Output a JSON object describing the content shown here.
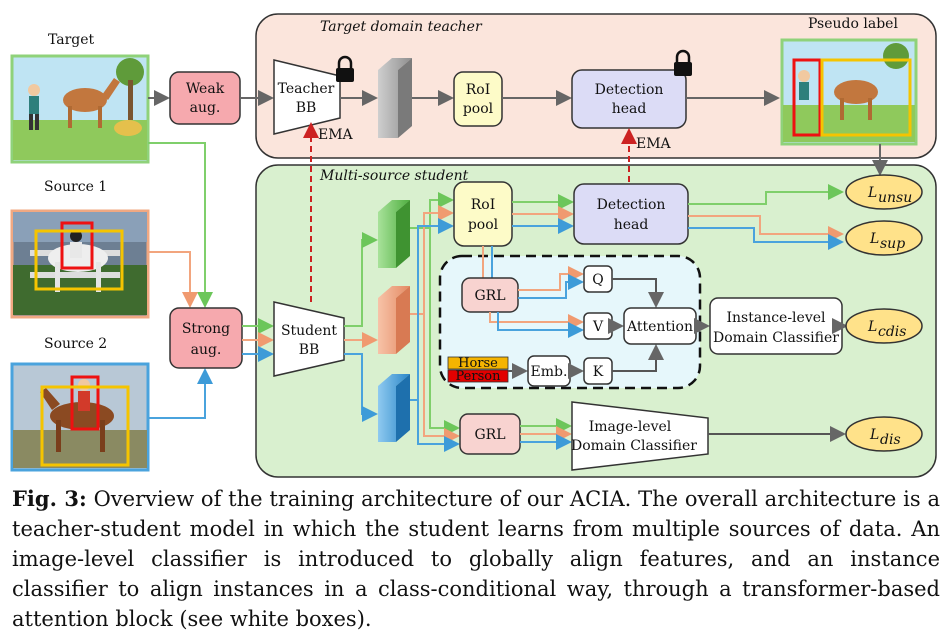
{
  "images": {
    "target_label": "Target",
    "source1_label": "Source 1",
    "source2_label": "Source 2",
    "pseudo_label": "Pseudo label"
  },
  "teacher": {
    "region_title": "Target domain teacher",
    "weak_aug": [
      "Weak",
      "aug."
    ],
    "backbone": [
      "Teacher",
      "BB"
    ],
    "roi_pool": [
      "RoI",
      "pool"
    ],
    "detection_head": [
      "Detection",
      "head"
    ],
    "ema": "EMA"
  },
  "student": {
    "region_title": "Multi-source student",
    "strong_aug": [
      "Strong",
      "aug."
    ],
    "backbone": [
      "Student",
      "BB"
    ],
    "roi_pool": [
      "RoI",
      "pool"
    ],
    "detection_head": [
      "Detection",
      "head"
    ],
    "ema": "EMA",
    "grl": "GRL",
    "q": "Q",
    "v": "V",
    "k": "K",
    "attention": "Attention",
    "emb": "Emb.",
    "class_horse": "Horse",
    "class_person": "Person",
    "instance_classifier": [
      "Instance-level",
      "Domain Classifier"
    ],
    "image_classifier": [
      "Image-level",
      "Domain Classifier"
    ]
  },
  "losses": [
    {
      "symbol": "L",
      "sub": "unsu"
    },
    {
      "symbol": "L",
      "sub": "sup"
    },
    {
      "symbol": "L",
      "sub": "cdis"
    },
    {
      "symbol": "L",
      "sub": "dis"
    }
  ],
  "caption": {
    "prefix": "Fig. 3:",
    "text": "Overview of the training architecture of our ACIA. The overall architecture is a teacher-student model in which the student learns from multiple sources of data. An image-level classifier is introduced to globally align features, and an instance classifier to align instances in a class-conditional way, through a transformer-based attention block (see white boxes)."
  },
  "colors": {
    "teacher_bg": "#fbe5dc",
    "student_bg": "#d9f0cf",
    "aug_box": "#f6a9ae",
    "roi_box": "#fdfbc8",
    "head_box": "#dcdcf6",
    "loss_fill": "#ffe28a",
    "green_path": "#7fcf6b",
    "orange_path": "#f2a57e",
    "blue_path": "#4aa3dd",
    "ema_red": "#cc2222"
  }
}
